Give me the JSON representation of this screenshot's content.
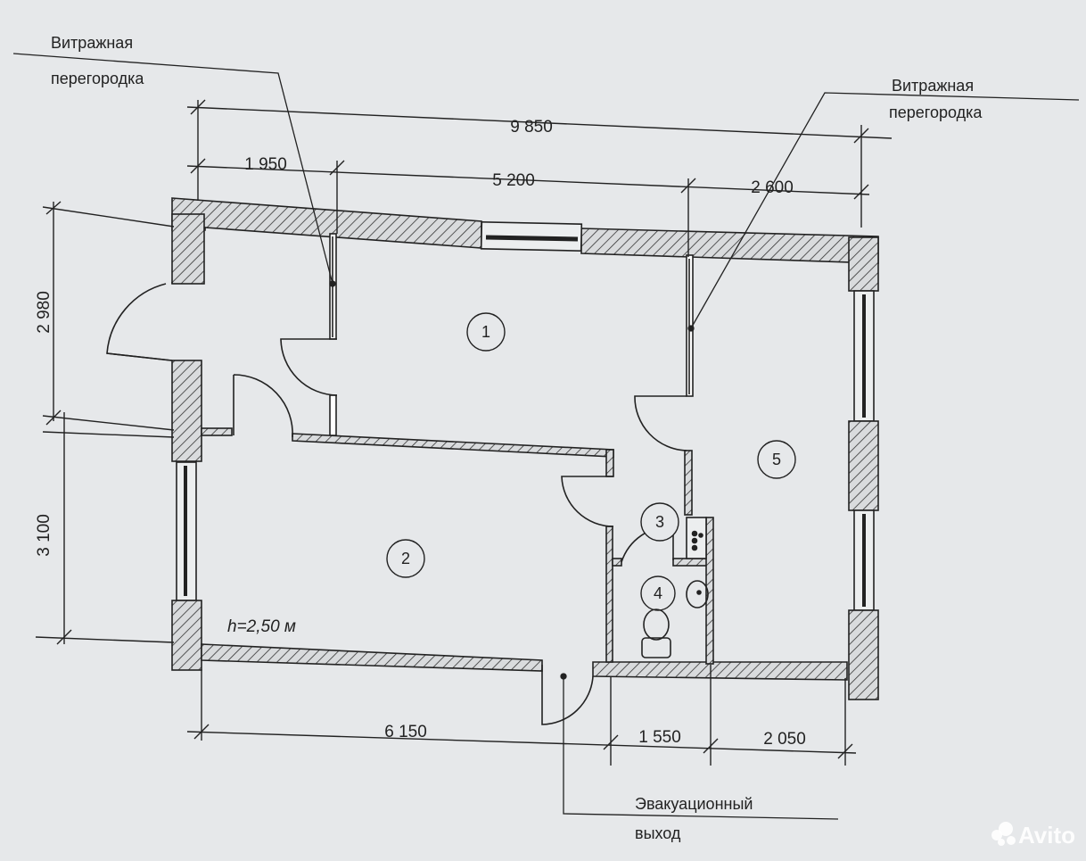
{
  "dimensions": {
    "total_top": "9 850",
    "top_1": "1 950",
    "top_2": "5 200",
    "top_3": "2 600",
    "left_1": "2 980",
    "left_2": "3 100",
    "bottom_1": "6 150",
    "bottom_2": "1 550",
    "bottom_3": "2 050"
  },
  "callouts": {
    "partition_left_line1": "Витражная",
    "partition_left_line2": "перегородка",
    "partition_right_line1": "Витражная",
    "partition_right_line2": "перегородка",
    "exit_line1": "Эвакуационный",
    "exit_line2": "выход"
  },
  "rooms": [
    "1",
    "2",
    "3",
    "4",
    "5"
  ],
  "ceiling_height": "h=2,50 м",
  "watermark": "Avito",
  "colors": {
    "background": "#e6e8ea",
    "line": "#222222"
  }
}
